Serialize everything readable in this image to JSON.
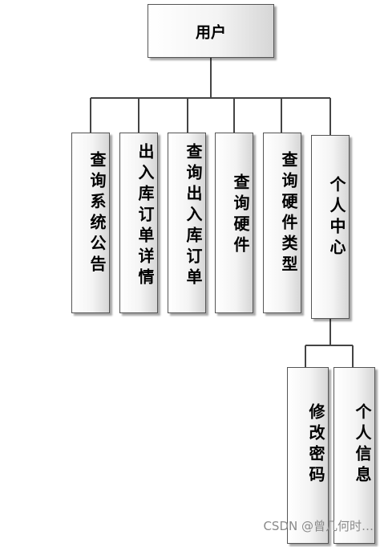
{
  "root": {
    "label": "用户"
  },
  "children": [
    {
      "label": "查询系统公告"
    },
    {
      "label": "出入库订单详情"
    },
    {
      "label": "查询出入库订单"
    },
    {
      "label": "查询硬件"
    },
    {
      "label": "查询硬件类型"
    },
    {
      "label": "个人中心"
    }
  ],
  "grandchildren": [
    {
      "label": "修改密码"
    },
    {
      "label": "个人信息"
    }
  ],
  "watermark": "CSDN @曾几何时…"
}
